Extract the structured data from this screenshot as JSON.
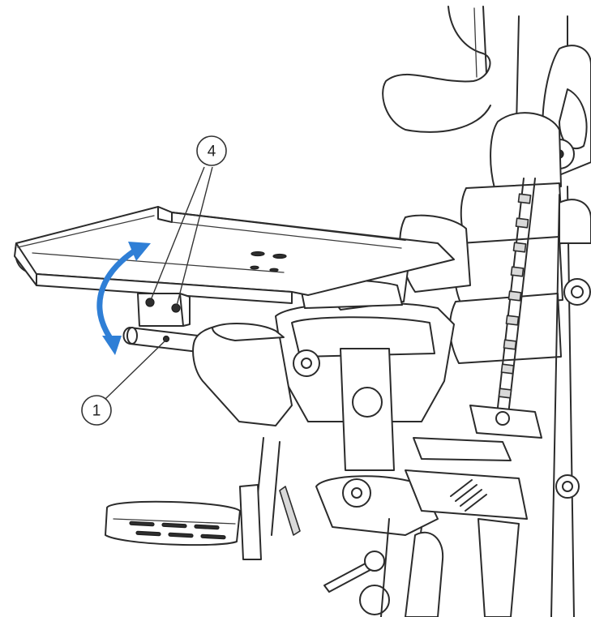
{
  "callouts": [
    {
      "id": "callout-1",
      "label": "1"
    },
    {
      "id": "callout-4",
      "label": "4"
    }
  ],
  "colors": {
    "arrow": "#2f7fd6",
    "line": "#2b2b2b",
    "background": "#ffffff"
  }
}
